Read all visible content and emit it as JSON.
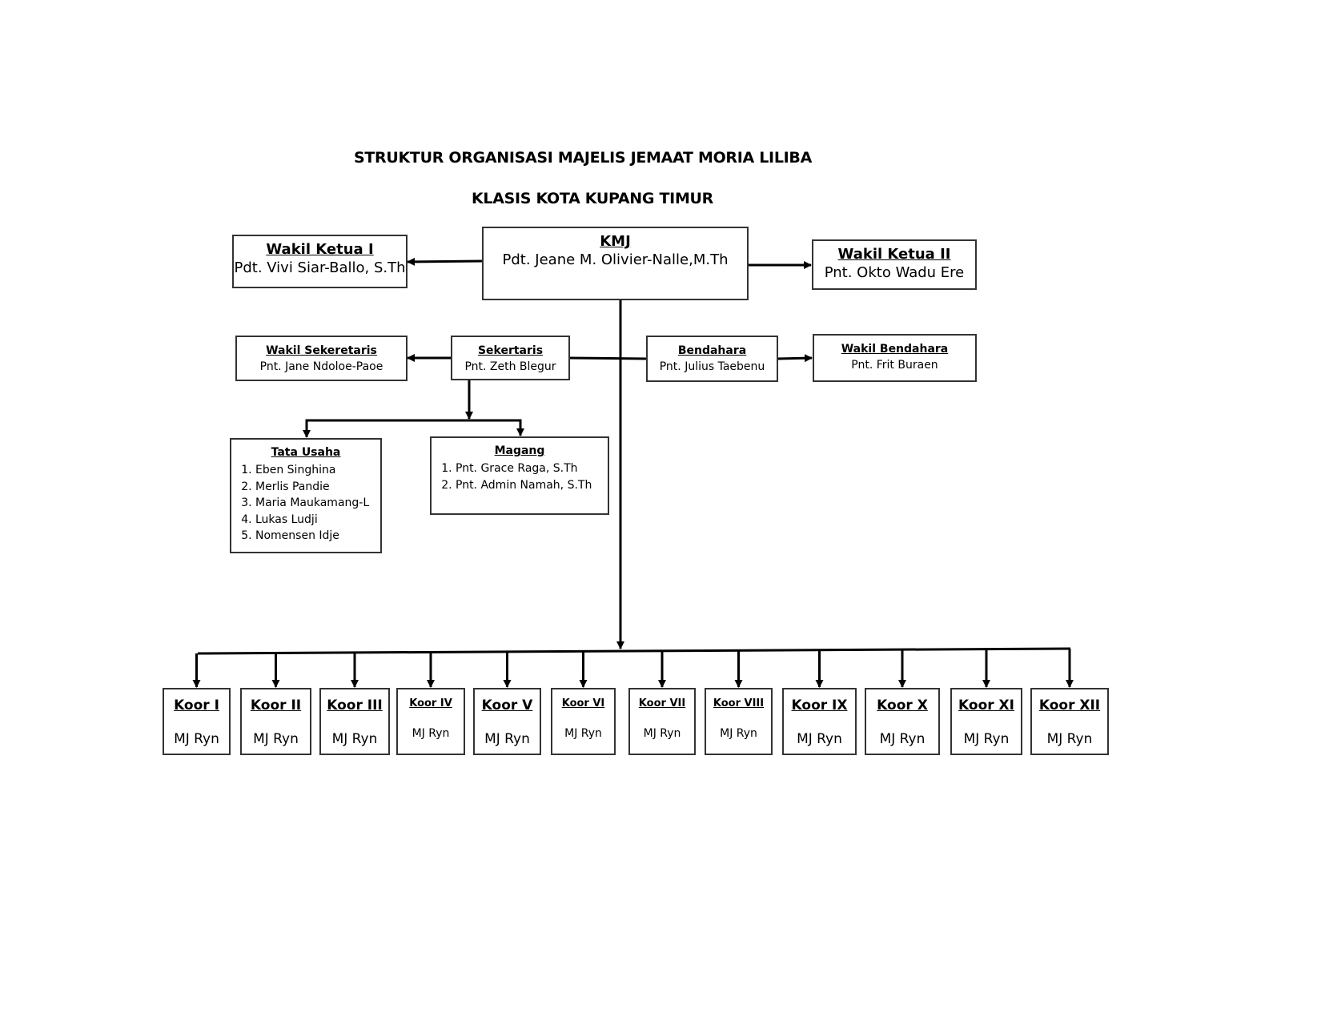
{
  "title": {
    "line1": "STRUKTUR ORGANISASI MAJELIS JEMAAT MORIA LILIBA",
    "line2": "KLASIS KOTA KUPANG TIMUR"
  },
  "kmj": {
    "role": "KMJ",
    "name": "Pdt. Jeane M. Olivier-Nalle,M.Th"
  },
  "wakil_ketua_1": {
    "role": "Wakil Ketua I",
    "name": "Pdt. Vivi Siar-Ballo, S.Th"
  },
  "wakil_ketua_2": {
    "role": "Wakil Ketua II",
    "name": "Pnt. Okto Wadu Ere"
  },
  "sekertaris": {
    "role": "Sekertaris",
    "name": "Pnt. Zeth Blegur"
  },
  "wakil_sekeretaris": {
    "role": "Wakil Sekeretaris",
    "name": "Pnt. Jane Ndoloe-Paoe"
  },
  "bendahara": {
    "role": "Bendahara",
    "name": "Pnt. Julius Taebenu"
  },
  "wakil_bendahara": {
    "role": "Wakil Bendahara",
    "name": "Pnt. Frit Buraen"
  },
  "tata_usaha": {
    "role": "Tata Usaha",
    "members": [
      "Eben Singhina",
      "Merlis Pandie",
      "Maria Maukamang-L",
      "Lukas Ludji",
      "Nomensen Idje"
    ]
  },
  "magang": {
    "role": "Magang",
    "members": [
      "Pnt. Grace Raga, S.Th",
      "Pnt. Admin Namah, S.Th"
    ]
  },
  "koordinators": [
    {
      "role": "Koor I",
      "name": "MJ Ryn"
    },
    {
      "role": "Koor II",
      "name": "MJ Ryn"
    },
    {
      "role": "Koor III",
      "name": "MJ Ryn"
    },
    {
      "role": "Koor IV",
      "name": "MJ Ryn"
    },
    {
      "role": "Koor V",
      "name": "MJ Ryn"
    },
    {
      "role": "Koor VI",
      "name": "MJ Ryn"
    },
    {
      "role": "Koor VII",
      "name": "MJ Ryn"
    },
    {
      "role": "Koor VIII",
      "name": "MJ Ryn"
    },
    {
      "role": "Koor IX",
      "name": "MJ Ryn"
    },
    {
      "role": "Koor X",
      "name": "MJ Ryn"
    },
    {
      "role": "Koor XI",
      "name": "MJ Ryn"
    },
    {
      "role": "Koor XII",
      "name": "MJ Ryn"
    }
  ]
}
